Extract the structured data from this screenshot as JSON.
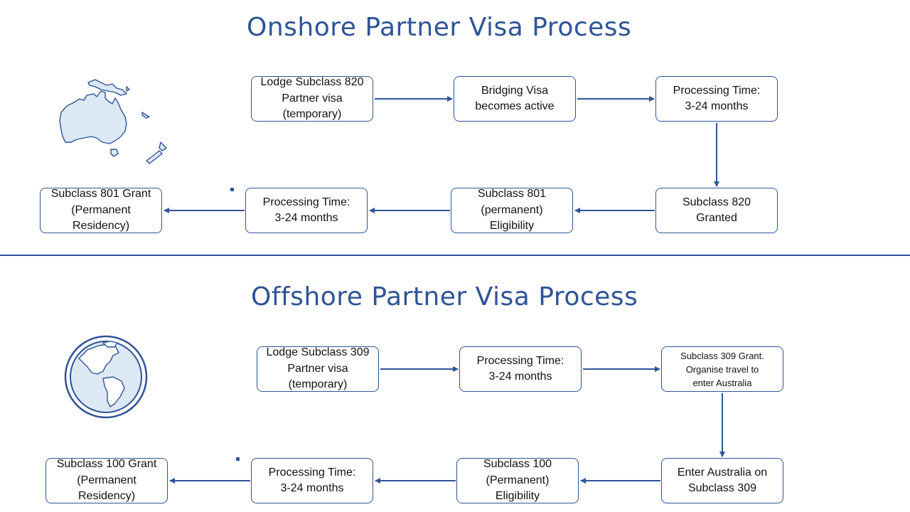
{
  "onshore": {
    "title": "Onshore Partner Visa Process",
    "steps": [
      "Lodge Subclass 820\nPartner visa\n(temporary)",
      "Bridging Visa\nbecomes active",
      "Processing Time:\n3-24 months",
      "Subclass 820\nGranted",
      "Subclass 801\n(permanent)\nEligibility",
      "Processing Time:\n3-24 months",
      "Subclass 801 Grant\n(Permanent\nResidency)"
    ]
  },
  "offshore": {
    "title": "Offshore Partner Visa Process",
    "steps": [
      "Lodge Subclass 309\nPartner visa\n(temporary)",
      "Processing Time:\n3-24 months",
      "Subclass 309 Grant.\nOrganise travel to\nenter Australia",
      "Enter Australia on\nSubclass 309",
      "Subclass 100\n(Permanent)\nEligibility",
      "Processing Time:\n3-24 months",
      "Subclass 100 Grant\n(Permanent\nResidency)"
    ]
  },
  "icons": {
    "onshore": "australia-map-icon",
    "offshore": "globe-icon"
  },
  "colors": {
    "accent": "#2f5496",
    "map_fill": "#dde8f5"
  }
}
